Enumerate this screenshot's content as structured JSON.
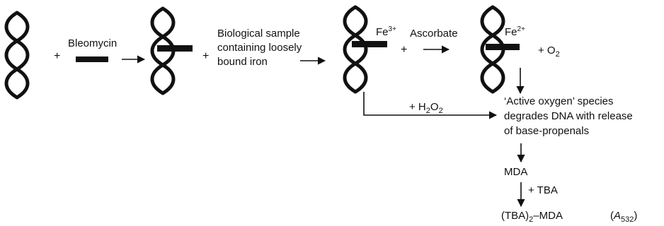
{
  "plus": "+",
  "bleomycin": "Bleomycin",
  "sample": {
    "line1": "Biological sample",
    "line2": "containing loosely",
    "line3": "bound iron"
  },
  "fe3": {
    "base": "Fe",
    "sup": "3+"
  },
  "ascorbate": "Ascorbate",
  "fe2": {
    "base": "Fe",
    "sup": "2+"
  },
  "o2": {
    "prefix": "+ O",
    "sub": "2"
  },
  "h2o2": {
    "prefix": "+ H",
    "sub1": "2",
    "mid": "O",
    "sub2": "2"
  },
  "active": {
    "line1": "‘Active oxygen’ species",
    "line2": "degrades DNA with release",
    "line3": "of base-propenals"
  },
  "mda": "MDA",
  "tba": "+ TBA",
  "product": {
    "open": "(TBA)",
    "sub": "2",
    "rest": "–MDA"
  },
  "absorbance": {
    "open": "(",
    "symbol": "A",
    "sub": "532",
    "close": ")"
  },
  "colors": {
    "ink": "#111111",
    "background": "#ffffff"
  }
}
